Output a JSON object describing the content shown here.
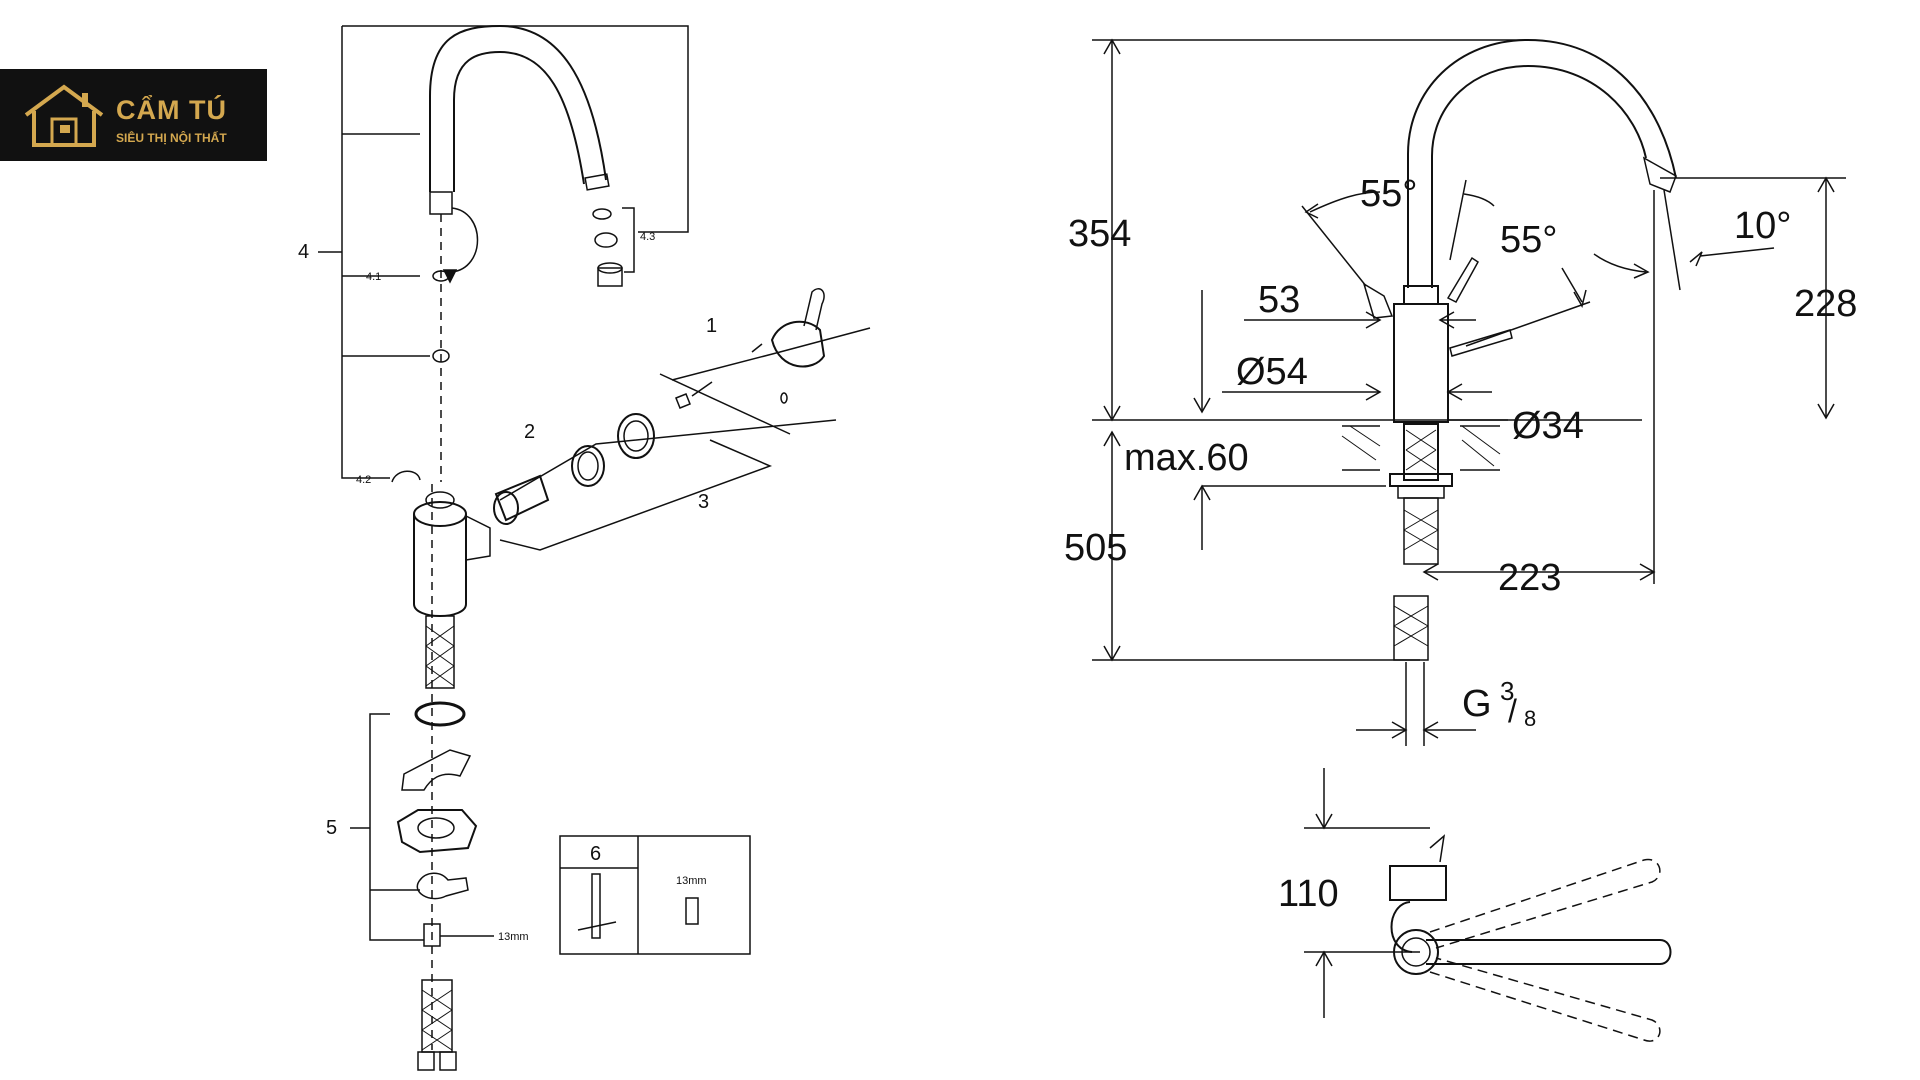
{
  "logo": {
    "brand": "CẨM TÚ",
    "tagline": "SIÊU THỊ NỘI THẤT",
    "color": "#d4a84f"
  },
  "exploded_view": {
    "part_labels": {
      "p1": "1",
      "p2": "2",
      "p3": "3",
      "p4": "4",
      "p4_1": "4.1",
      "p4_2": "4.2",
      "p4_3": "4.3",
      "p5": "5",
      "p6": "6"
    },
    "wrench_size": "13mm",
    "tool_box": {
      "label": "6",
      "wrench_size": "13mm"
    }
  },
  "dimensions": {
    "height_total": "354",
    "height_below": "505",
    "spout_height": "228",
    "spout_reach": "223",
    "lever_angle_1": "55°",
    "lever_angle_2": "55°",
    "spout_angle": "10°",
    "lever_height": "53",
    "base_diameter": "Ø54",
    "body_diameter": "Ø34",
    "max_thickness": "max.60",
    "thread_g": "G",
    "thread_num": "3",
    "thread_den": "8",
    "plan_offset": "110"
  }
}
